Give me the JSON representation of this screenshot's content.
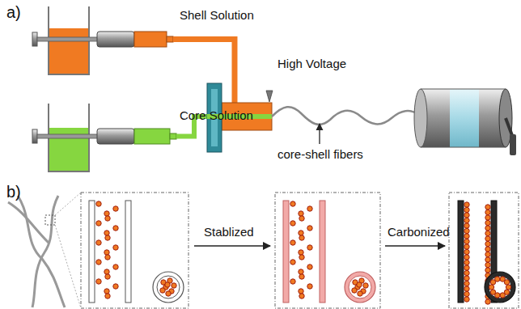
{
  "diagram": {
    "labels": [
      "a)",
      "Shell Solution",
      "Core Solution",
      "High Voltage",
      "core-shell fibers",
      "b)",
      "Stablized",
      "Carbonized"
    ]
  }
}
